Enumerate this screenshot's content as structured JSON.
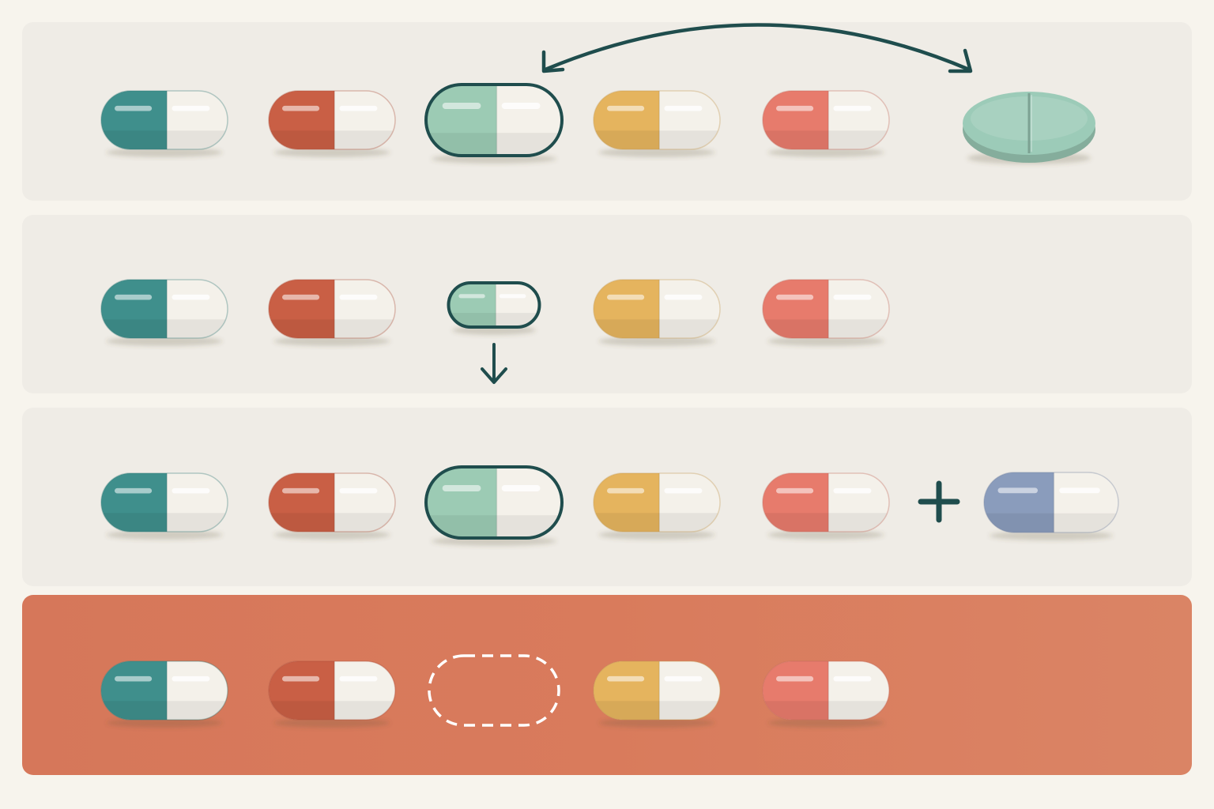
{
  "colors": {
    "background": "#f7f4ed",
    "panel": "#efece6",
    "alert_panel": "#d97b5c",
    "outline": "#1f4d4d",
    "capsule_white": "#f4f1ea"
  },
  "rows": [
    {
      "id": "row1",
      "capsules": [
        {
          "color": "#3f8f8c",
          "state": "normal"
        },
        {
          "color": "#c95f45",
          "state": "normal"
        },
        {
          "color": "#9ccbb4",
          "state": "selected"
        },
        {
          "color": "#e5b45e",
          "state": "normal"
        },
        {
          "color": "#e77b6c",
          "state": "normal"
        }
      ],
      "replacement": {
        "shape": "oval-scored-tablet",
        "color": "#9ccbb8"
      },
      "connector": "swap-arrow"
    },
    {
      "id": "row2",
      "capsules": [
        {
          "color": "#3f8f8c",
          "state": "normal"
        },
        {
          "color": "#c95f45",
          "state": "normal"
        },
        {
          "color": "#9ccbb4",
          "state": "reduced"
        },
        {
          "color": "#e5b45e",
          "state": "normal"
        },
        {
          "color": "#e77b6c",
          "state": "normal"
        }
      ],
      "connector": "down-arrow"
    },
    {
      "id": "row3",
      "capsules": [
        {
          "color": "#3f8f8c",
          "state": "normal"
        },
        {
          "color": "#c95f45",
          "state": "normal"
        },
        {
          "color": "#9ccbb4",
          "state": "selected"
        },
        {
          "color": "#e5b45e",
          "state": "normal"
        },
        {
          "color": "#e77b6c",
          "state": "normal"
        }
      ],
      "addition": {
        "color": "#8a9cbc"
      },
      "connector": "plus-icon"
    },
    {
      "id": "row4",
      "capsules": [
        {
          "color": "#3f8f8c",
          "state": "normal"
        },
        {
          "color": "#c95f45",
          "state": "normal"
        },
        {
          "color": "none",
          "state": "removed"
        },
        {
          "color": "#e5b45e",
          "state": "normal"
        },
        {
          "color": "#e77b6c",
          "state": "normal"
        }
      ]
    }
  ]
}
